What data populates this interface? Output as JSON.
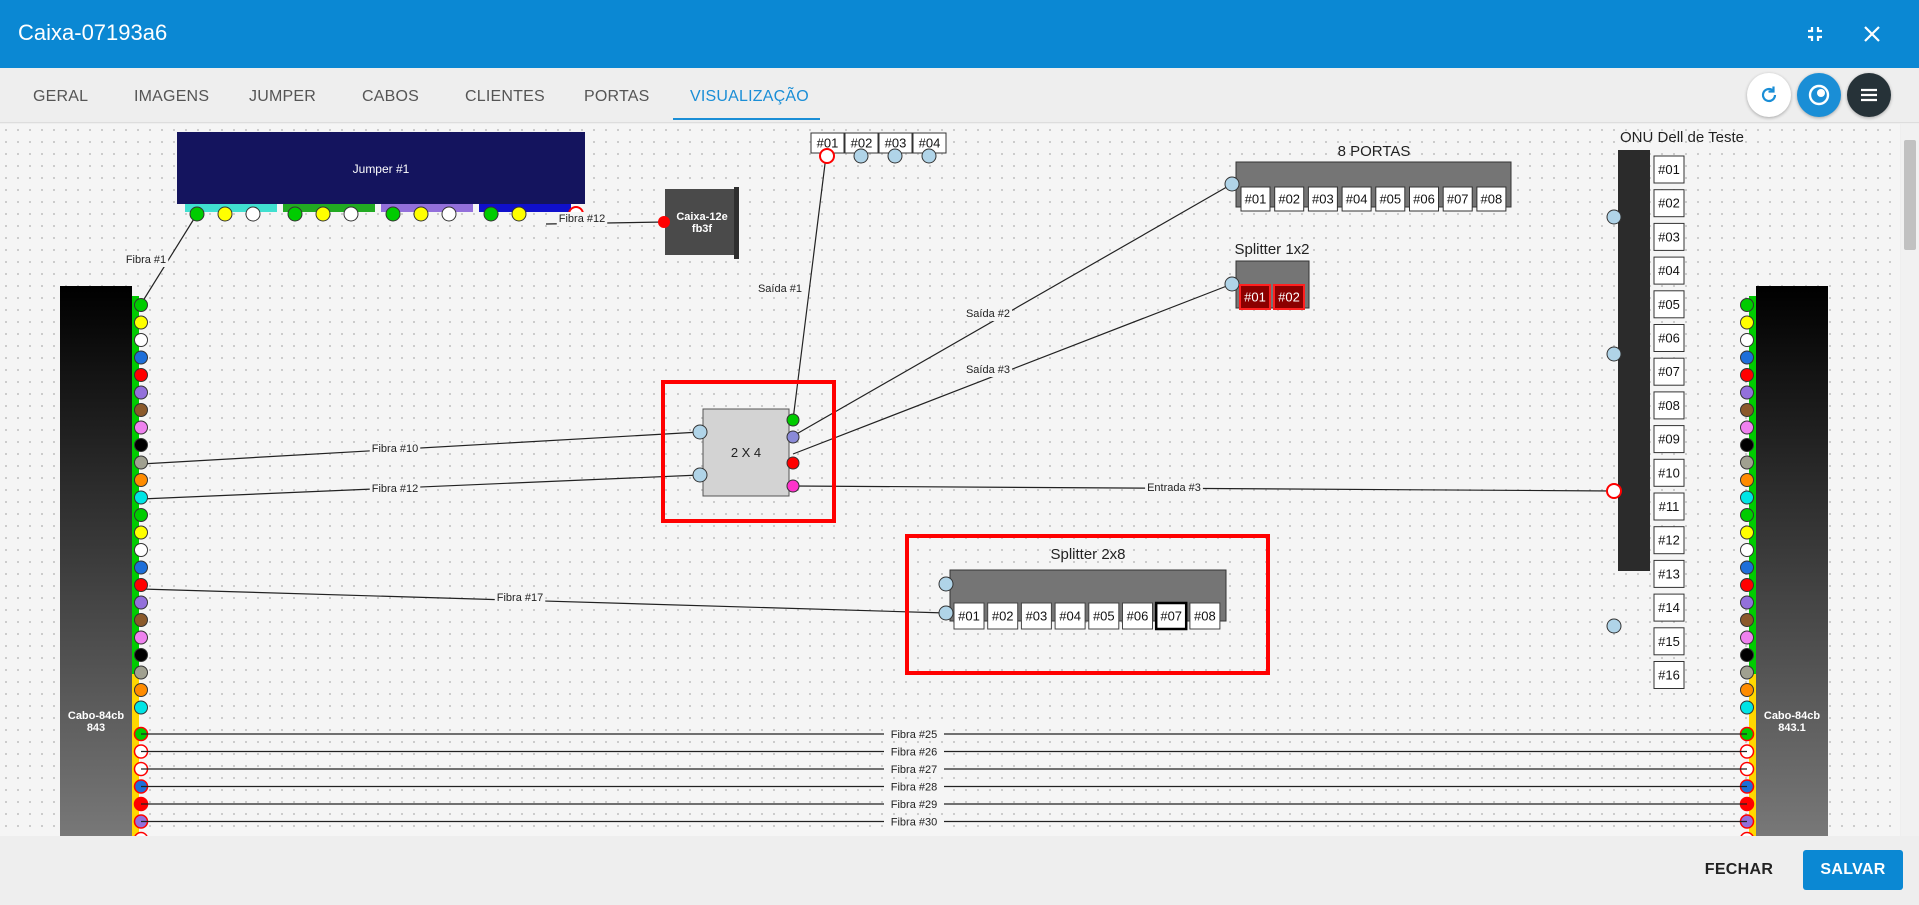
{
  "window": {
    "title": "Caixa-07193a6"
  },
  "tabs": [
    "GERAL",
    "IMAGENS",
    "JUMPER",
    "CABOS",
    "CLIENTES",
    "PORTAS",
    "VISUALIZAÇÃO"
  ],
  "footer": {
    "close_label": "FECHAR",
    "save_label": "SALVAR"
  },
  "icons": {
    "minimize": "collapse-icon",
    "close": "close-icon",
    "refresh": "refresh-icon",
    "settings": "config-icon",
    "menu": "menu-icon"
  },
  "colors": {
    "primary": "#0b88d3",
    "highlight": "#ff0000",
    "splitter_body": "#777777"
  },
  "diagram": {
    "jumper": {
      "label": "Jumper #1"
    },
    "caixa": {
      "line1": "Caixa-12e",
      "line2": "fb3f"
    },
    "port_row_top": [
      "#01",
      "#02",
      "#03",
      "#04"
    ],
    "ports8": {
      "title": "8 PORTAS",
      "ports": [
        "#01",
        "#02",
        "#03",
        "#04",
        "#05",
        "#06",
        "#07",
        "#08"
      ]
    },
    "splitter12": {
      "title": "Splitter 1x2",
      "ports": [
        "#01",
        "#02"
      ]
    },
    "splitter24": {
      "label": "2 X 4"
    },
    "splitter28": {
      "title": "Splitter 2x8",
      "ports": [
        "#01",
        "#02",
        "#03",
        "#04",
        "#05",
        "#06",
        "#07",
        "#08"
      ]
    },
    "onu": {
      "title": "ONU Dell de Teste",
      "ports": [
        "#01",
        "#02",
        "#03",
        "#04",
        "#05",
        "#06",
        "#07",
        "#08",
        "#09",
        "#10",
        "#11",
        "#12",
        "#13",
        "#14",
        "#15",
        "#16"
      ]
    },
    "cable_left": {
      "line1": "Cabo-84cb",
      "line2": "843"
    },
    "cable_right": {
      "line1": "Cabo-84cb",
      "line2": "843.1"
    },
    "link_labels": {
      "fibra1": "Fibra #1",
      "fibra12_caixa": "Fibra #12",
      "saida1": "Saída #1",
      "saida2": "Saída #2",
      "saida3": "Saída #3",
      "fibra10": "Fibra #10",
      "fibra12": "Fibra #12",
      "entrada3": "Entrada #3",
      "fibra17": "Fibra #17"
    },
    "bottom_fibers": [
      "Fibra #25",
      "Fibra #26",
      "Fibra #27",
      "Fibra #28",
      "Fibra #29",
      "Fibra #30"
    ],
    "fiber_colors": [
      "#00cc00",
      "#ffff00",
      "#ffffff",
      "#1e6fd9",
      "#ff0000",
      "#9370db",
      "#8b5a2b",
      "#ee82ee",
      "#000000",
      "#a0a090",
      "#ff8c00",
      "#00e5e5"
    ]
  }
}
